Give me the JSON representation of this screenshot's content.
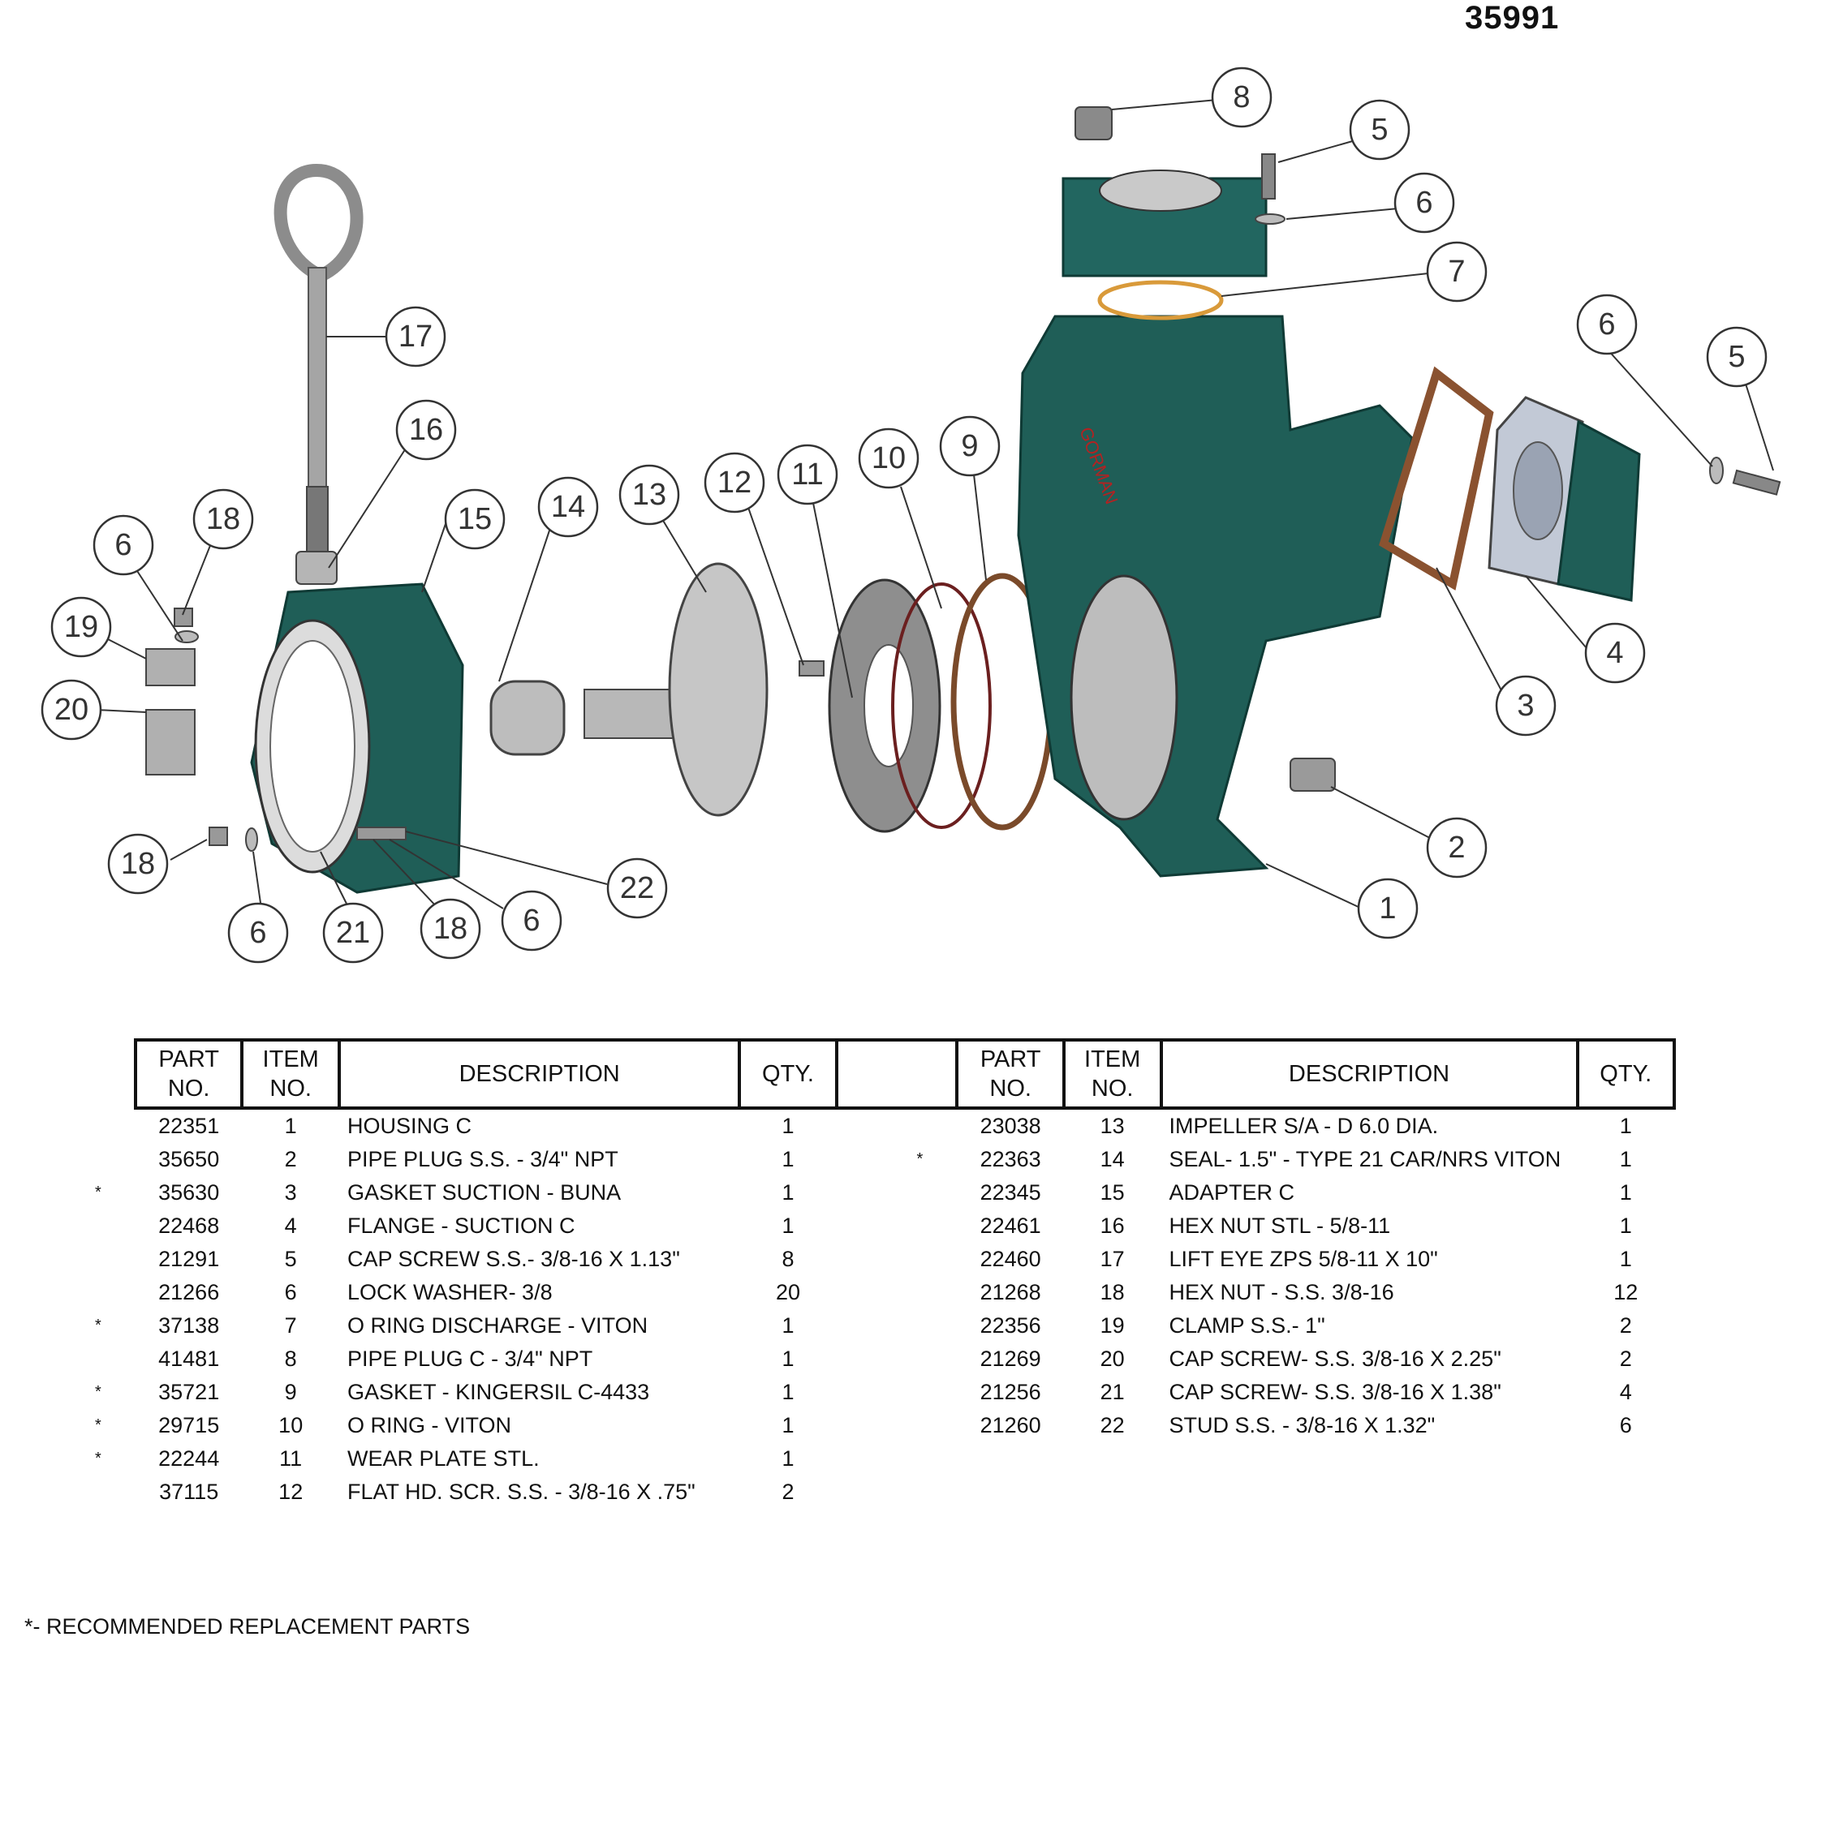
{
  "document_number": "35991",
  "colors": {
    "housing_green": "#1f5e57",
    "gasket_orange": "#c07a3a",
    "metal_gray": "#a9a9a9"
  },
  "balloons": [
    "1",
    "2",
    "3",
    "4",
    "5",
    "5",
    "6",
    "6",
    "6",
    "6",
    "6",
    "7",
    "8",
    "9",
    "10",
    "11",
    "12",
    "13",
    "14",
    "15",
    "16",
    "17",
    "18",
    "18",
    "18",
    "19",
    "20",
    "21",
    "22"
  ],
  "table": {
    "headers": {
      "part_no": "PART NO.",
      "part_line1": "PART",
      "part_line2": "NO.",
      "item_line1": "ITEM",
      "item_line2": "NO.",
      "description": "DESCRIPTION",
      "qty": "QTY."
    },
    "left_rows": [
      {
        "mark": "",
        "part": "22351",
        "item": "1",
        "desc": "HOUSING C",
        "qty": "1"
      },
      {
        "mark": "",
        "part": "35650",
        "item": "2",
        "desc": "PIPE PLUG S.S. -  3/4\" NPT",
        "qty": "1"
      },
      {
        "mark": "*",
        "part": "35630",
        "item": "3",
        "desc": "GASKET SUCTION - BUNA",
        "qty": "1"
      },
      {
        "mark": "",
        "part": "22468",
        "item": "4",
        "desc": "FLANGE - SUCTION C",
        "qty": "1"
      },
      {
        "mark": "",
        "part": "21291",
        "item": "5",
        "desc": "CAP SCREW S.S.- 3/8-16 X 1.13\"",
        "qty": "8"
      },
      {
        "mark": "",
        "part": "21266",
        "item": "6",
        "desc": "LOCK WASHER- 3/8",
        "qty": "20"
      },
      {
        "mark": "*",
        "part": "37138",
        "item": "7",
        "desc": "O RING DISCHARGE - VITON",
        "qty": "1"
      },
      {
        "mark": "",
        "part": "41481",
        "item": "8",
        "desc": "PIPE PLUG C -  3/4\" NPT",
        "qty": "1"
      },
      {
        "mark": "*",
        "part": "35721",
        "item": "9",
        "desc": "GASKET - KINGERSIL C-4433",
        "qty": "1"
      },
      {
        "mark": "*",
        "part": "29715",
        "item": "10",
        "desc": "O RING - VITON",
        "qty": "1"
      },
      {
        "mark": "*",
        "part": "22244",
        "item": "11",
        "desc": "WEAR PLATE STL.",
        "qty": "1"
      },
      {
        "mark": "",
        "part": "37115",
        "item": "12",
        "desc": "FLAT HD. SCR. S.S. - 3/8-16 X .75\"",
        "qty": "2"
      }
    ],
    "right_rows": [
      {
        "mark": "",
        "part": "23038",
        "item": "13",
        "desc": "IMPELLER S/A - D   6.0 DIA.",
        "qty": "1"
      },
      {
        "mark": "*",
        "part": "22363",
        "item": "14",
        "desc": "SEAL- 1.5\"  - TYPE 21 CAR/NRS VITON",
        "qty": "1"
      },
      {
        "mark": "",
        "part": "22345",
        "item": "15",
        "desc": "ADAPTER C",
        "qty": "1"
      },
      {
        "mark": "",
        "part": "22461",
        "item": "16",
        "desc": "HEX NUT STL - 5/8-11",
        "qty": "1"
      },
      {
        "mark": "",
        "part": "22460",
        "item": "17",
        "desc": "LIFT EYE ZPS 5/8-11 X 10\"",
        "qty": "1"
      },
      {
        "mark": "",
        "part": "21268",
        "item": "18",
        "desc": "HEX NUT - S.S. 3/8-16",
        "qty": "12"
      },
      {
        "mark": "",
        "part": "22356",
        "item": "19",
        "desc": "CLAMP S.S.- 1\"",
        "qty": "2"
      },
      {
        "mark": "",
        "part": "21269",
        "item": "20",
        "desc": "CAP SCREW- S.S. 3/8-16 X 2.25\"",
        "qty": "2"
      },
      {
        "mark": "",
        "part": "21256",
        "item": "21",
        "desc": "CAP SCREW- S.S. 3/8-16 X 1.38\"",
        "qty": "4"
      },
      {
        "mark": "",
        "part": "21260",
        "item": "22",
        "desc": "STUD S.S. - 3/8-16 X 1.32\"",
        "qty": "6"
      }
    ]
  },
  "footnote": "*- RECOMMENDED REPLACEMENT PARTS"
}
